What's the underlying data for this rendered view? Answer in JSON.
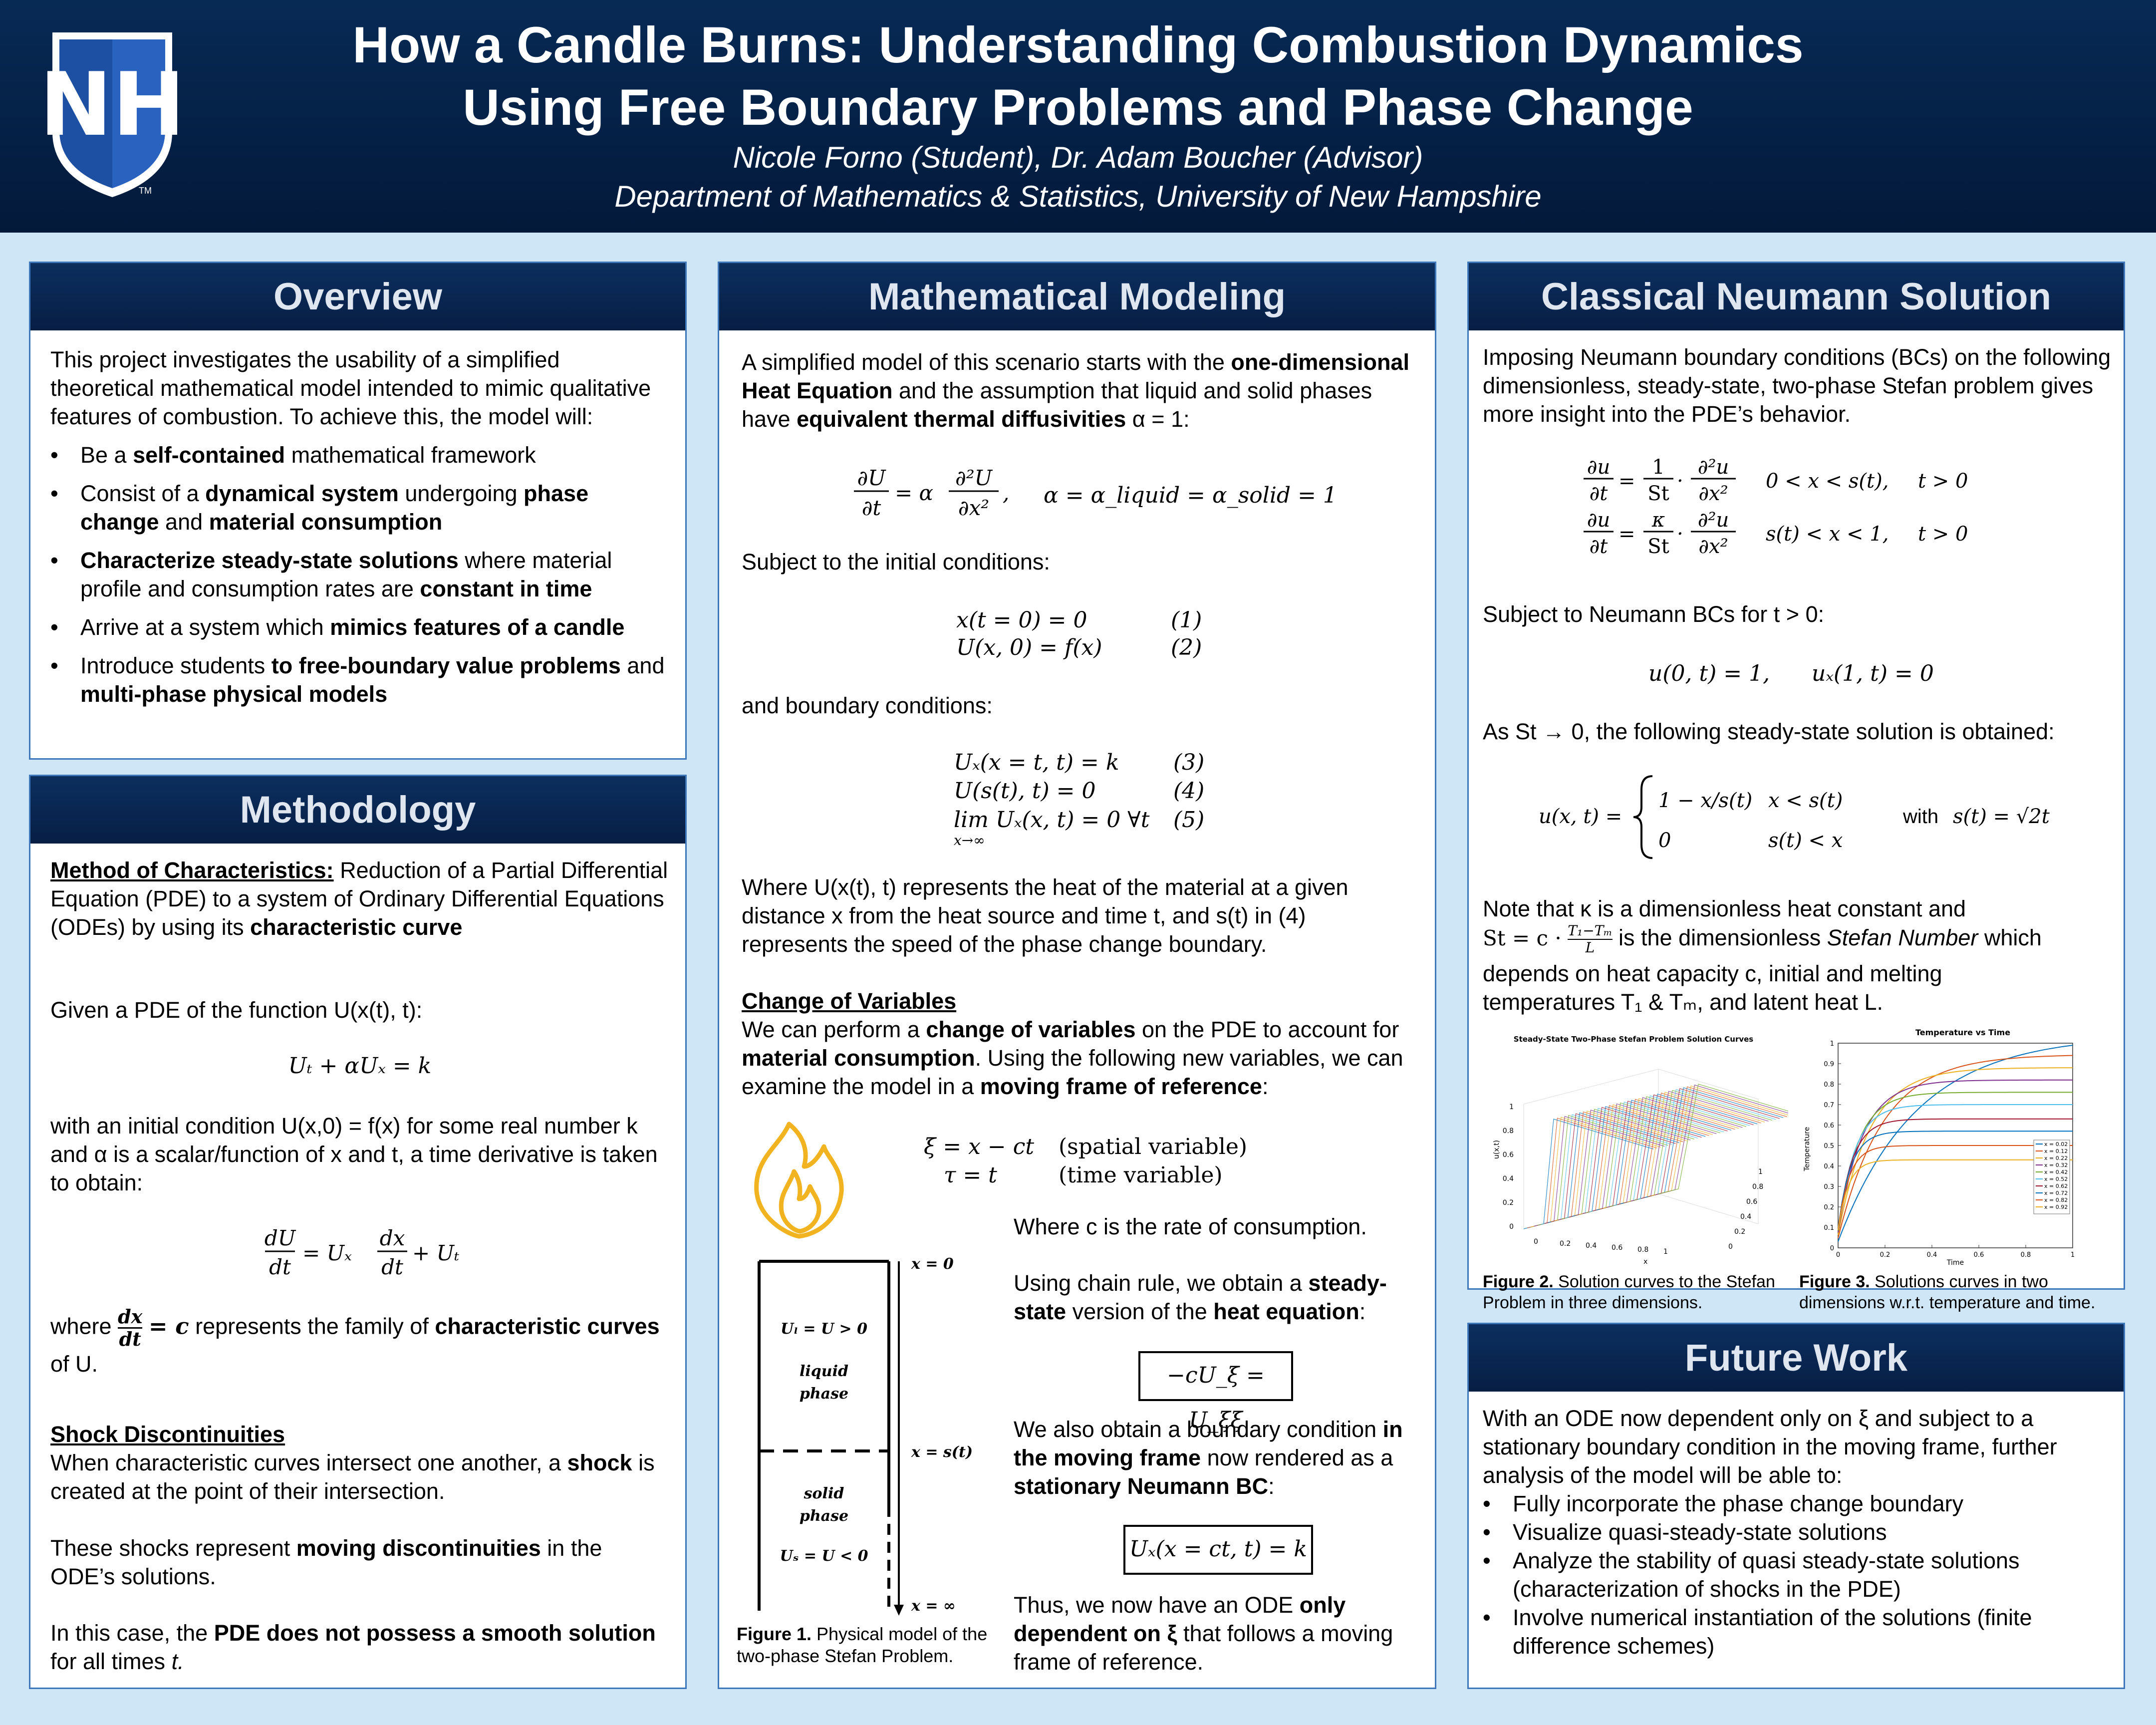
{
  "header": {
    "logo_text": "NH",
    "tm": "TM",
    "title_line1": "How a Candle Burns: Understanding Combustion Dynamics",
    "title_line2": "Using Free Boundary Problems and Phase Change",
    "authors": "Nicole Forno (Student), Dr. Adam Boucher (Advisor)",
    "department": "Department of Mathematics & Statistics, University of New Hampshire"
  },
  "overview": {
    "heading": "Overview",
    "intro": "This project investigates the usability of a simplified theoretical mathematical model intended to mimic qualitative features of combustion. To achieve this, the model will:",
    "b1_pre": "Be a ",
    "b1_b": "self-contained",
    "b1_post": " mathematical framework",
    "b2_pre": "Consist of a ",
    "b2_b1": "dynamical system",
    "b2_mid": " undergoing ",
    "b2_b2": "phase change",
    "b2_and": " and ",
    "b2_b3": "material consumption",
    "b3_b1": "Characterize steady-state solutions",
    "b3_mid": " where material profile and consumption rates are ",
    "b3_b2": "constant in time",
    "b4_pre": "Arrive at a system which ",
    "b4_b": "mimics features of a candle",
    "b5_pre": "Introduce students ",
    "b5_b1": "to free-boundary value problems",
    "b5_mid": " and ",
    "b5_b2": "multi-phase physical models"
  },
  "methodology": {
    "heading": "Methodology",
    "moc_title": "Method of Characteristics:",
    "moc_text": " Reduction of a Partial Differential Equation (PDE) to a system of Ordinary Differential Equations (ODEs) by using its ",
    "moc_bold": "characteristic curve",
    "given": "Given a PDE of the function U(x(t), t):",
    "eq_pde": "Uₜ + αUₓ = k",
    "with_ic": "with an initial condition U(x,0) = f(x) for some real number k and α is a scalar/function of x and t, a time derivative is taken to obtain:",
    "eq_dudt_lhs_num": "dU",
    "eq_dudt_lhs_den": "dt",
    "eq_dudt_mid": "= Uₓ",
    "eq_dxdt_num": "dx",
    "eq_dxdt_den": "dt",
    "eq_dudt_end": "+ Uₜ",
    "where_pre": "where ",
    "where_num": "dx",
    "where_den": "dt",
    "where_eq": "= c",
    "where_post1": " represents the family of ",
    "where_bold": "characteristic curves",
    "where_post2": " of U.",
    "shock_title": "Shock Discontinuities",
    "shock_p1_pre": "When characteristic curves intersect one another, a ",
    "shock_p1_b": "shock",
    "shock_p1_post": " is created at the point of their intersection.",
    "shock_p2_pre": "These shocks represent ",
    "shock_p2_b": "moving discontinuities",
    "shock_p2_post": " in the ODE’s solutions.",
    "shock_p3_pre": "In this case, the ",
    "shock_p3_b1": "PDE does not possess a smooth solution",
    "shock_p3_post": " for all times ",
    "shock_p3_t": "t."
  },
  "modeling": {
    "heading": "Mathematical Modeling",
    "intro_pre": "A simplified model of this scenario starts with the ",
    "intro_b1": "one-dimensional Heat Equation",
    "intro_mid": " and the assumption that liquid and solid phases have ",
    "intro_b2": "equivalent thermal diffusivities",
    "intro_end": " α = 1:",
    "heat_lhs_num": "∂U",
    "heat_lhs_den": "∂t",
    "heat_eq": "= α",
    "heat_rhs_num": "∂²U",
    "heat_rhs_den": "∂x²",
    "heat_comma": ",",
    "alpha_eq": "α = α_liquid = α_solid = 1",
    "ic_label": "Subject to the initial conditions:",
    "ic1": "x(t = 0) = 0",
    "ic1_n": "(1)",
    "ic2": "U(x, 0) = f(x)",
    "ic2_n": "(2)",
    "bc_label": "and boundary conditions:",
    "bc3": "Uₓ(x = t, t) = k",
    "bc3_n": "(3)",
    "bc4": "U(s(t), t) = 0",
    "bc4_n": "(4)",
    "bc5": "lim Uₓ(x, t) = 0 ∀t",
    "bc5_sub": "x→∞",
    "bc5_n": "(5)",
    "where_text": "Where U(x(t), t) represents the heat of the material at a given distance x from the heat source and time t, and s(t) in (4) represents the speed of the phase change boundary.",
    "cov_title": "Change of Variables",
    "cov_pre": "We can perform a ",
    "cov_b1": "change of variables",
    "cov_mid1": " on the PDE to account for ",
    "cov_b2": "material consumption",
    "cov_mid2": ". Using the following new variables, we can examine the model in a ",
    "cov_b3": "moving frame of reference",
    "cov_end": ":",
    "xi_eq": "ξ = x − ct",
    "xi_desc": "(spatial variable)",
    "tau_eq": "τ = t",
    "tau_desc": "(time variable)",
    "fig_x0": "x = 0",
    "fig_ul": "Uₗ = U > 0",
    "fig_liquid": "liquid",
    "fig_phase1": "phase",
    "fig_xs": "x = s(t)",
    "fig_solid": "solid",
    "fig_phase2": "phase",
    "fig_us": "Uₛ = U < 0",
    "fig_xinf": "x = ∞",
    "fig1_bold": "Figure 1.",
    "fig1_text": " Physical model of the two-phase Stefan Problem.",
    "rate_text": "Where c is the rate of consumption.",
    "chain_pre": "Using chain rule, we obtain a ",
    "chain_b1": "steady-state",
    "chain_mid": " version of the ",
    "chain_b2": "heat equation",
    "chain_end": ":",
    "boxed1": "−cU_ξ = U_ξξ",
    "bc_moving_pre": "We also obtain a boundary condition ",
    "bc_moving_b1": "in the moving frame",
    "bc_moving_mid": " now rendered as a ",
    "bc_moving_b2": "stationary Neumann BC",
    "bc_moving_end": ":",
    "boxed2": "Uₓ(x = ct, t) = k",
    "ode_pre": "Thus, we now have an ODE ",
    "ode_b": "only dependent on ξ",
    "ode_post": " that follows a moving frame of reference."
  },
  "neumann": {
    "heading": "Classical Neumann Solution",
    "intro": "Imposing Neumann boundary conditions (BCs) on the following dimensionless, steady-state, two-phase Stefan problem gives more insight into the PDE’s behavior.",
    "pde_lhs_num": "∂u",
    "pde_lhs_den": "∂t",
    "pde1_c_num": "1",
    "pde1_c_den": "St",
    "pde2_c_num": "κ",
    "pde2_c_den": "St",
    "pde_rhs_num": "∂²u",
    "pde_rhs_den": "∂x²",
    "pde1_dom": "0 < x < s(t),",
    "pde1_t": "t > 0",
    "pde2_dom": "s(t) < x < 1,",
    "pde2_t": "t > 0",
    "bc_label": "Subject to Neumann BCs for t > 0:",
    "bc_eq": "u(0, t) = 1,      uₓ(1, t) = 0",
    "as_st": "As St → 0, the following steady-state solution is obtained:",
    "sol_lhs": "u(x, t) =",
    "sol_case1": "1 − x/s(t)",
    "sol_cond1": "x < s(t)",
    "sol_case2": "0",
    "sol_cond2": "s(t) < x",
    "sol_with": "with",
    "sol_st": "s(t) = √2t",
    "note1": "Note that κ is a dimensionless heat constant and",
    "note2_pre": "St = c ·",
    "note2_num": "T₁−Tₘ",
    "note2_den": "L",
    "note2_post": " is the dimensionless ",
    "note2_i": "Stefan Number",
    "note2_end": " which",
    "note3": "depends on heat capacity c, initial and melting",
    "note4": "temperatures T₁ & Tₘ, and latent heat L.",
    "fig2_title": "Steady-State Two-Phase Stefan Problem Solution Curves",
    "fig2_zlabel": "u(x,t)",
    "fig2_xlabel": "x",
    "fig2_zticks": [
      "0",
      "0.2",
      "0.4",
      "0.6",
      "0.8",
      "1"
    ],
    "fig2_xticks": [
      "0",
      "0.2",
      "0.4",
      "0.6",
      "0.8",
      "1"
    ],
    "fig2_yticks": [
      "0",
      "0.2",
      "0.4",
      "0.6",
      "0.8",
      "1"
    ],
    "fig2_bold": "Figure 2.",
    "fig2_text": " Solution curves to the Stefan Problem in three dimensions.",
    "fig3_bold": "Figure 3.",
    "fig3_text": " Solutions curves in two dimensions w.r.t. temperature and time."
  },
  "chart_data": {
    "type": "line",
    "title": "Temperature vs Time",
    "xlabel": "Time",
    "ylabel": "Temperature",
    "xlim": [
      0,
      1
    ],
    "ylim": [
      0,
      1
    ],
    "xticks": [
      "0",
      "0.2",
      "0.4",
      "0.6",
      "0.8",
      "1"
    ],
    "yticks": [
      "0",
      "0.1",
      "0.2",
      "0.3",
      "0.4",
      "0.5",
      "0.6",
      "0.7",
      "0.8",
      "0.9",
      "1"
    ],
    "legend_position": "right",
    "series": [
      {
        "name": "x = 0.02",
        "color": "#0072bd",
        "final": 0.99
      },
      {
        "name": "x = 0.12",
        "color": "#d95319",
        "final": 0.94
      },
      {
        "name": "x = 0.22",
        "color": "#edb120",
        "final": 0.88
      },
      {
        "name": "x = 0.32",
        "color": "#7e2f8e",
        "final": 0.82
      },
      {
        "name": "x = 0.42",
        "color": "#77ac30",
        "final": 0.76
      },
      {
        "name": "x = 0.52",
        "color": "#4dbeee",
        "final": 0.7
      },
      {
        "name": "x = 0.62",
        "color": "#a2142f",
        "final": 0.63
      },
      {
        "name": "x = 0.72",
        "color": "#0072bd",
        "final": 0.57
      },
      {
        "name": "x = 0.82",
        "color": "#d95319",
        "final": 0.5
      },
      {
        "name": "x = 0.92",
        "color": "#edb120",
        "final": 0.43
      }
    ]
  },
  "future": {
    "heading": "Future Work",
    "intro": "With an ODE now dependent only on ξ and subject to a stationary boundary condition in the moving frame, further analysis of the model will be able to:",
    "items": [
      "Fully incorporate the phase change boundary",
      "Visualize quasi-steady-state solutions",
      "Analyze the stability of quasi steady-state solutions (characterization of shocks in the PDE)",
      "Involve numerical instantiation of the solutions (finite difference schemes)"
    ]
  },
  "colors": {
    "header_bg": "#041d42",
    "panel_head": "#0a2a57",
    "page_bg": "#cfe6f7",
    "flame": "#f2b320"
  }
}
